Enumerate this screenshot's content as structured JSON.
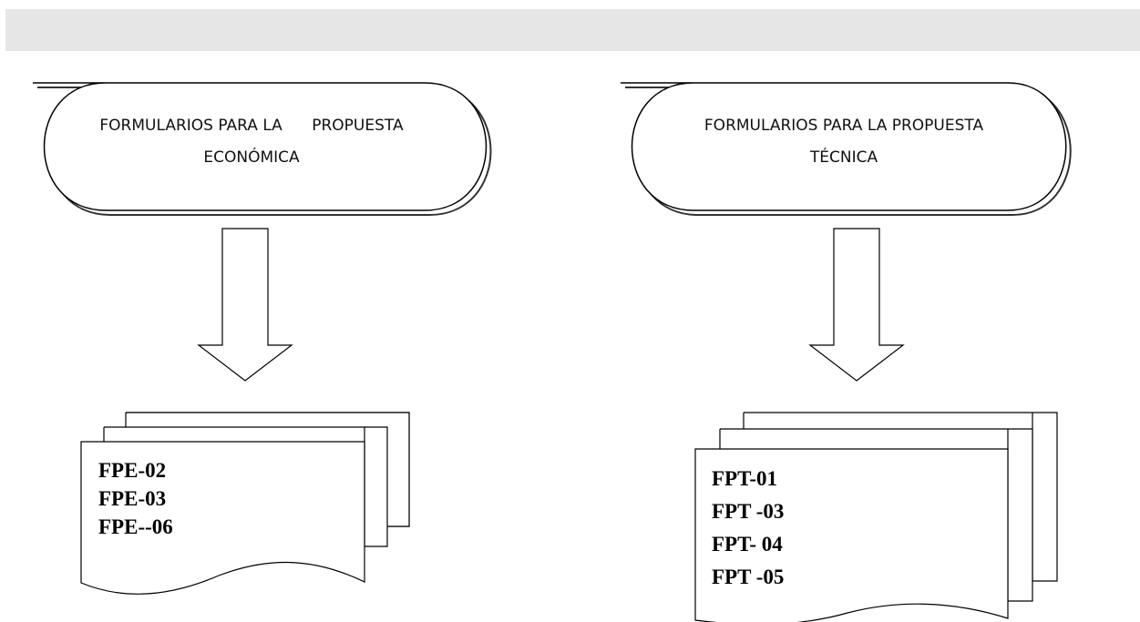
{
  "left": {
    "title_lines": [
      "FORMULARIOS PARA LA      PROPUESTA",
      "ECONÓMICA"
    ],
    "codes": [
      "FPE-02",
      "FPE-03",
      "FPE--06"
    ]
  },
  "right": {
    "title_lines": [
      "FORMULARIOS PARA LA PROPUESTA",
      "TÉCNICA"
    ],
    "codes": [
      "FPT-01",
      "FPT -03",
      "FPT- 04",
      "FPT -05"
    ]
  },
  "colors": {
    "stroke": "#000000",
    "shadow": "#555555",
    "topbar": "#e6e6e6"
  }
}
